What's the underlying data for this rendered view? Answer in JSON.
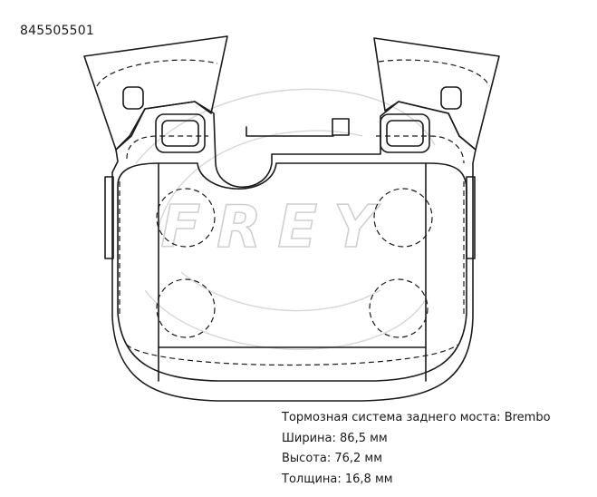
{
  "part_number": "845505501",
  "watermark_text": "FREY",
  "specs": [
    {
      "text": "Тормозная система заднего моста: Brembo"
    },
    {
      "text": "Ширина: 86,5 мм"
    },
    {
      "text": "Высота: 76,2 мм"
    },
    {
      "text": "Толщина: 16,8 мм"
    }
  ],
  "colors": {
    "line": "#1a1a1a",
    "watermark": "#d9d9d9"
  }
}
